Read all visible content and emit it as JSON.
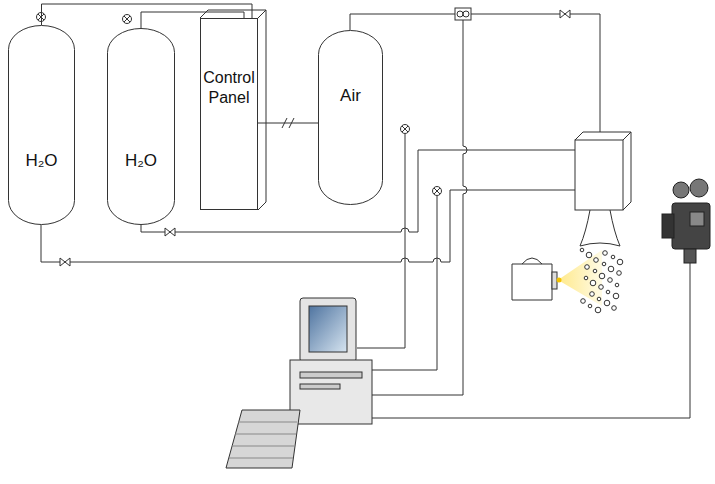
{
  "diagram": {
    "nodes": [
      {
        "text": [
          "H₂O"
        ]
      },
      {
        "text": [
          "H₂O"
        ]
      },
      {
        "text": [
          "Control Panel"
        ]
      },
      {
        "text": [
          "Air"
        ]
      }
    ],
    "edges": [
      {
        "from": 0,
        "to": 2,
        "arrow": "none"
      },
      {
        "from": 1,
        "to": 2,
        "arrow": "none"
      },
      {
        "from": 2,
        "to": 3,
        "arrow": "none"
      }
    ]
  }
}
